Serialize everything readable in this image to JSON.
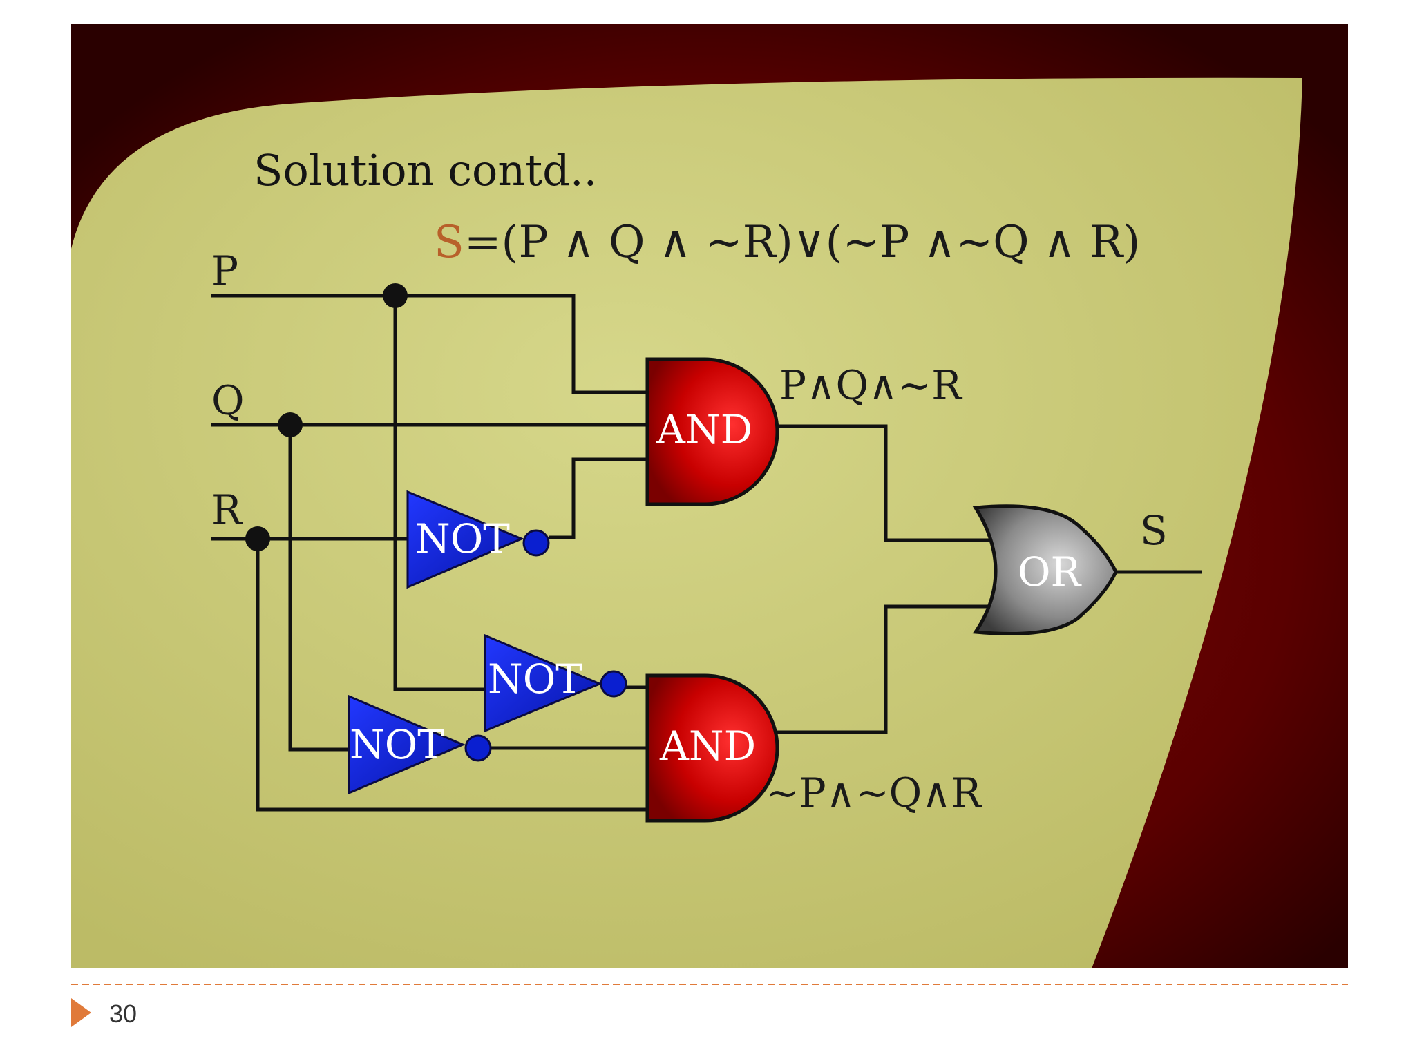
{
  "slide": {
    "title": "Solution contd..",
    "equation": {
      "lhs": "S",
      "rhs": "=(P ∧ Q ∧ ~R)∨(~P ∧~Q ∧ R)"
    },
    "slide_number": "30"
  },
  "inputs": {
    "p": "P",
    "q": "Q",
    "r": "R"
  },
  "output": "S",
  "gates": {
    "and_top": "AND",
    "and_bottom": "AND",
    "or": "OR",
    "not_r": "NOT",
    "not_p": "NOT",
    "not_q": "NOT"
  },
  "wire_labels": {
    "and_top_out": "P∧Q∧~R",
    "and_bottom_out": "~P∧~Q∧R"
  },
  "colors": {
    "background_dark": "#5e0000",
    "panel_fill": "#cfcf7e",
    "and_gate": "#c40000",
    "not_gate": "#0a1fd0",
    "or_gate": "#808080",
    "equation_s": "#b8602a",
    "footer_accent": "#e07a3a"
  }
}
